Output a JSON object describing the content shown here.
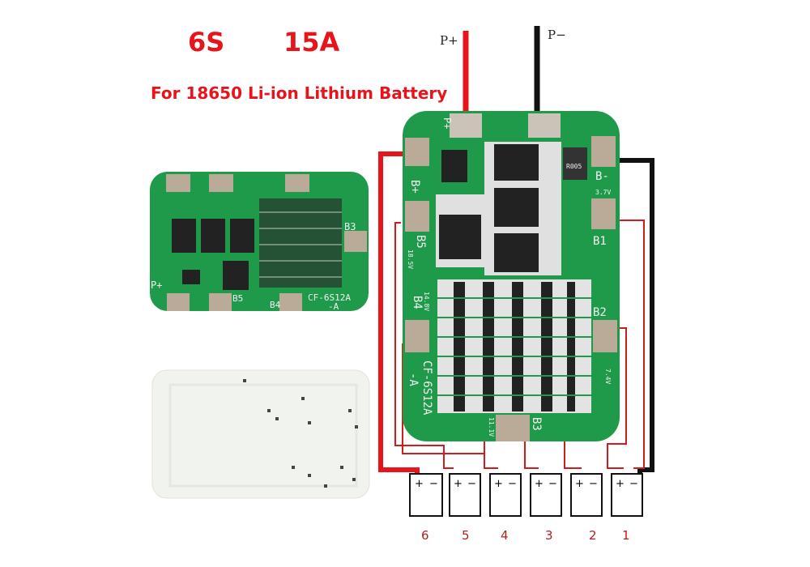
{
  "header": {
    "series": "6S",
    "current": "15A",
    "subtitle": "For 18650 Li-ion Lithium Battery"
  },
  "wires": {
    "p_plus": "P+",
    "p_minus": "P−"
  },
  "board_markings": {
    "b_minus": "B-",
    "b_plus": "B+",
    "p_plus": "P+",
    "b1": "B1",
    "b2": "B2",
    "b3": "B3",
    "b4": "B4",
    "b5": "B5",
    "model": "CF-6S12A",
    "model_suffix": "-A",
    "v37": "3.7V",
    "v74": "7.4V",
    "v111": "11.1V",
    "v148": "14.8V",
    "v185": "18.5V",
    "resistor": "R005"
  },
  "cells": [
    {
      "number": "6",
      "plus": "+",
      "minus": "−"
    },
    {
      "number": "5",
      "plus": "+",
      "minus": "−"
    },
    {
      "number": "4",
      "plus": "+",
      "minus": "−"
    },
    {
      "number": "3",
      "plus": "+",
      "minus": "−"
    },
    {
      "number": "2",
      "plus": "+",
      "minus": "−"
    },
    {
      "number": "1",
      "plus": "+",
      "minus": "−"
    }
  ],
  "colors": {
    "pcb": "#1f9a4a",
    "accent": "#e8141b",
    "pad": "#b9ab98"
  }
}
